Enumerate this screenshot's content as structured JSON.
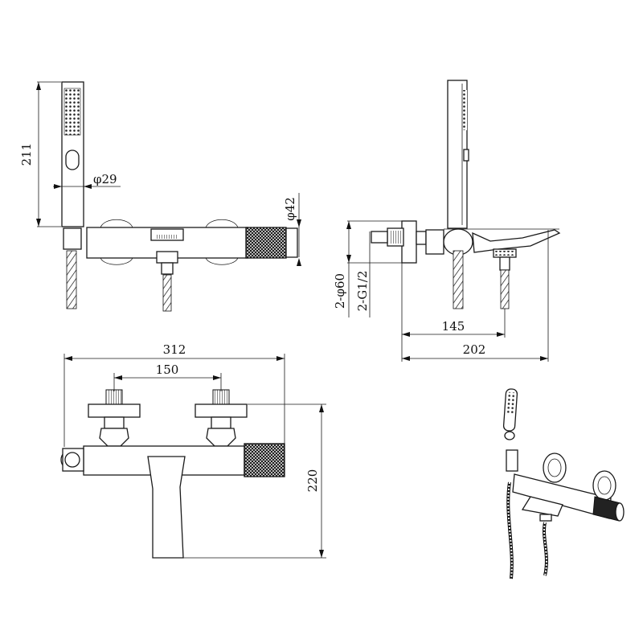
{
  "dimensions": {
    "hand_shower_length": "211",
    "hand_shower_diameter": "φ29",
    "handle_diameter": "φ42",
    "cover_diameter": "2-φ60",
    "thread": "2-G1/2",
    "depth_inlet": "145",
    "depth_total": "202",
    "width_total": "312",
    "inlet_centers": "150",
    "height_total": "220"
  },
  "colors": {
    "line": "#1a1a1a",
    "background": "#ffffff",
    "knurl": "#222222"
  }
}
